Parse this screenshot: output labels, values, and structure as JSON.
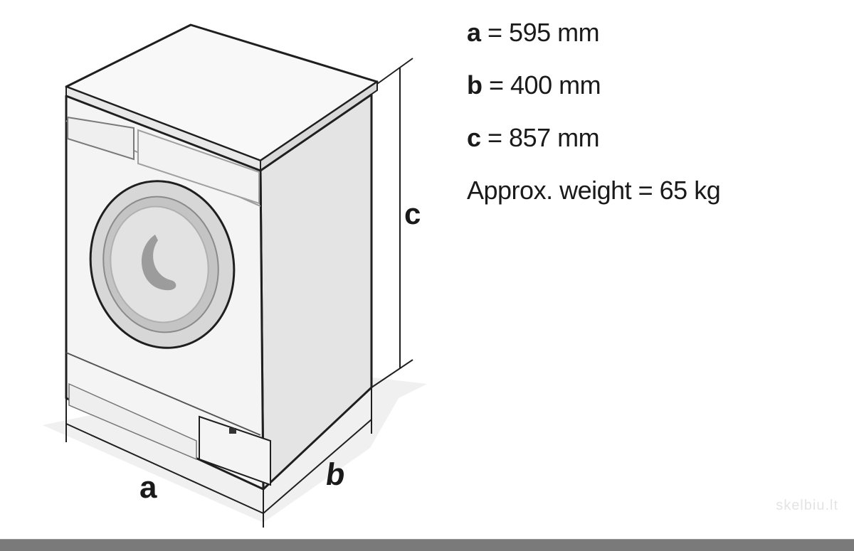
{
  "diagram": {
    "dimension_labels": {
      "a": "a",
      "b": "b",
      "c": "c"
    }
  },
  "specs": [
    {
      "key": "a",
      "text": " = 595 mm"
    },
    {
      "key": "b",
      "text": " = 400 mm"
    },
    {
      "key": "c",
      "text": " = 857 mm"
    },
    {
      "key": "",
      "text": "Approx. weight = 65 kg"
    }
  ],
  "watermark": "skelbiu.lt",
  "colors": {
    "line": "#1f1f1f",
    "front_panel": "#f3f3f3",
    "side_panel": "#e2e2e2",
    "top_panel": "#f7f7f7",
    "door_ring": "#c9c9c9",
    "door_glass": "#b9b9b9",
    "shadow": "#ececec"
  },
  "icons": {
    "washing_machine": "washing-machine-icon"
  }
}
